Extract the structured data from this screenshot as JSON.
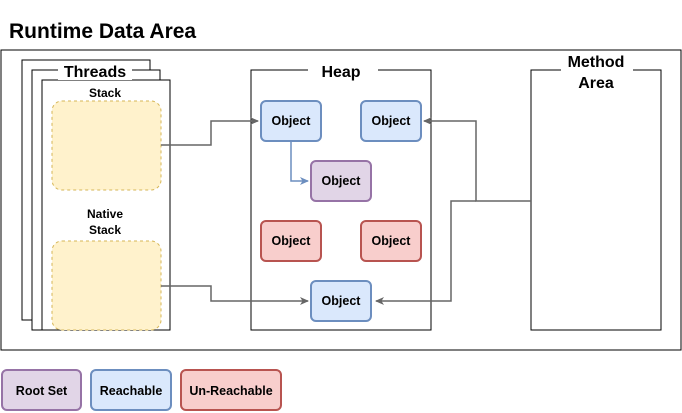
{
  "title": "Runtime Data Area",
  "threads": {
    "label": "Threads",
    "stack_label": "Stack",
    "native_stack_label": [
      "Native",
      "Stack"
    ]
  },
  "heap": {
    "label": "Heap",
    "objects": [
      {
        "label": "Object",
        "kind": "reachable"
      },
      {
        "label": "Object",
        "kind": "reachable"
      },
      {
        "label": "Object",
        "kind": "root"
      },
      {
        "label": "Object",
        "kind": "unreachable"
      },
      {
        "label": "Object",
        "kind": "unreachable"
      },
      {
        "label": "Object",
        "kind": "reachable"
      }
    ]
  },
  "method_area": {
    "label": [
      "Method",
      "Area"
    ]
  },
  "legend": [
    {
      "label": "Root Set",
      "kind": "root"
    },
    {
      "label": "Reachable",
      "kind": "reachable"
    },
    {
      "label": "Un-Reachable",
      "kind": "unreachable"
    }
  ],
  "colors": {
    "root": {
      "fill": "#e1d5e7",
      "stroke": "#9673a6"
    },
    "reachable": {
      "fill": "#dae8fc",
      "stroke": "#6c8ebf"
    },
    "unreachable": {
      "fill": "#f8cecc",
      "stroke": "#b85450"
    },
    "stack_fill": "#fff2cc",
    "stack_stroke": "#d6b656",
    "arrow": "#666666"
  }
}
